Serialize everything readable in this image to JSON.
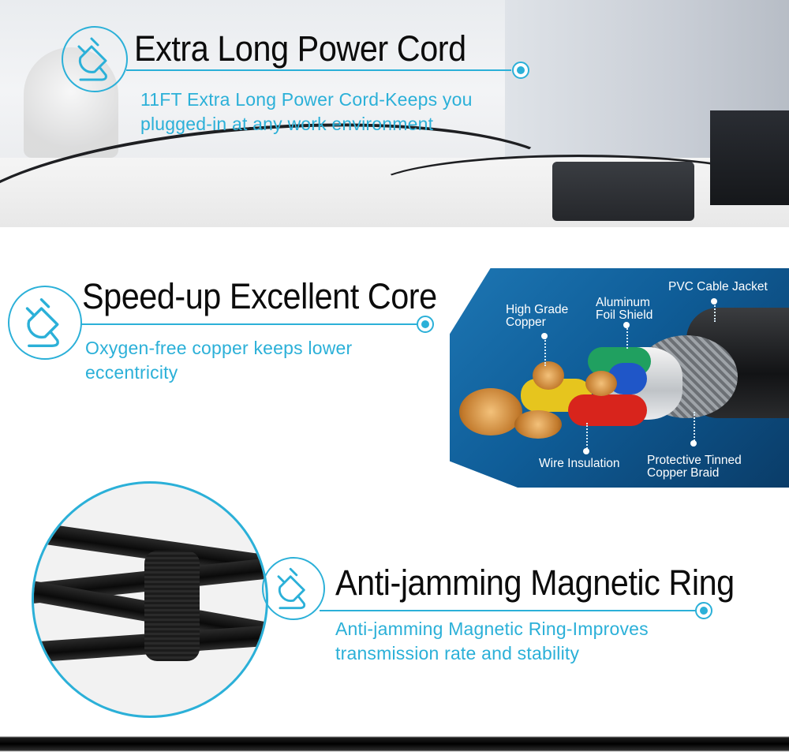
{
  "sections": [
    {
      "title": "Extra Long Power Cord",
      "description_lines": [
        "11FT Extra Long Power Cord-Keeps you",
        "plugged-in at any work environment"
      ],
      "icon": "plug-icon"
    },
    {
      "title": "Speed-up Excellent Core",
      "description_lines": [
        "Oxygen-free copper keeps lower",
        "eccentricity"
      ],
      "icon": "plug-icon"
    },
    {
      "title": "Anti-jamming Magnetic Ring",
      "description_lines": [
        "Anti-jamming Magnetic Ring-Improves",
        "transmission rate and stability"
      ],
      "icon": "plug-icon"
    }
  ],
  "cable_diagram": {
    "labels": {
      "pvc_jacket": "PVC Cable Jacket",
      "copper_line1": "High Grade",
      "copper_line2": "Copper",
      "foil_line1": "Aluminum",
      "foil_line2": "Foil Shield",
      "insulation": "Wire Insulation",
      "braid_line1": "Protective Tinned",
      "braid_line2": "Copper Braid"
    }
  },
  "colors": {
    "accent": "#2bb0d8",
    "title": "#0c0c0c",
    "diagram_bg": "#0f5d98"
  }
}
